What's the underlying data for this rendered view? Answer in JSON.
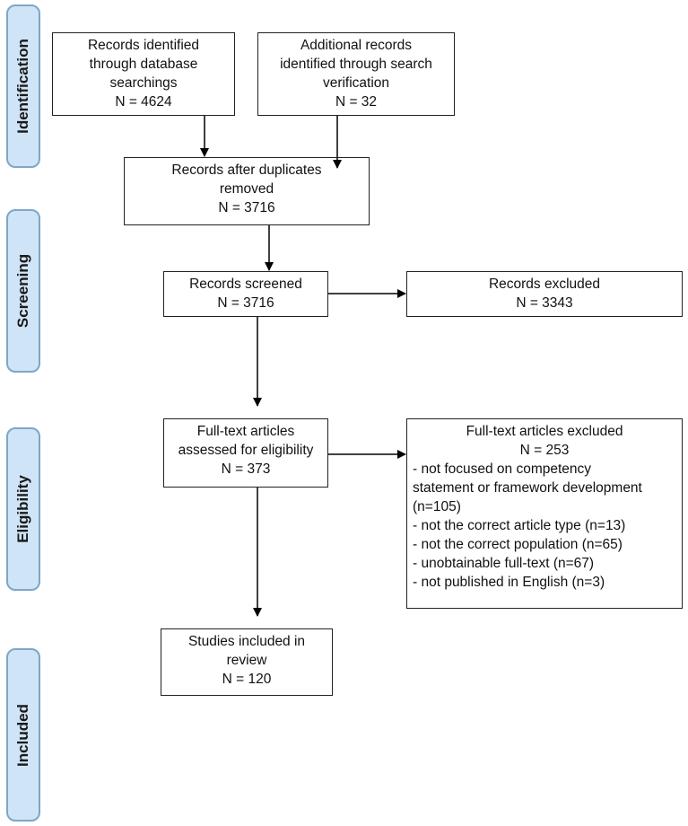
{
  "phases": [
    "Identification",
    "Screening",
    "Eligibility",
    "Included"
  ],
  "boxes": {
    "db_search": [
      "Records identified",
      "through database",
      "searchings",
      "N = 4624"
    ],
    "additional": [
      "Additional records",
      "identified through search",
      "verification",
      "N = 32"
    ],
    "after_duplicates": [
      "Records after duplicates",
      "removed",
      "N = 3716"
    ],
    "screened": [
      "Records screened",
      "N = 3716"
    ],
    "excluded": [
      "Records excluded",
      "N = 3343"
    ],
    "fulltext": [
      "Full-text articles",
      "assessed for eligibility",
      "N = 373"
    ],
    "fulltext_excluded": {
      "title": "Full-text articles excluded",
      "count": "N = 253",
      "reasons": [
        "- not focused on competency",
        "statement or framework development",
        "(n=105)",
        "- not the correct article type (n=13)",
        "- not the correct population (n=65)",
        "- unobtainable full-text (n=67)",
        "- not published in English (n=3)"
      ]
    },
    "included": [
      "Studies included in",
      "review",
      "N = 120"
    ]
  }
}
